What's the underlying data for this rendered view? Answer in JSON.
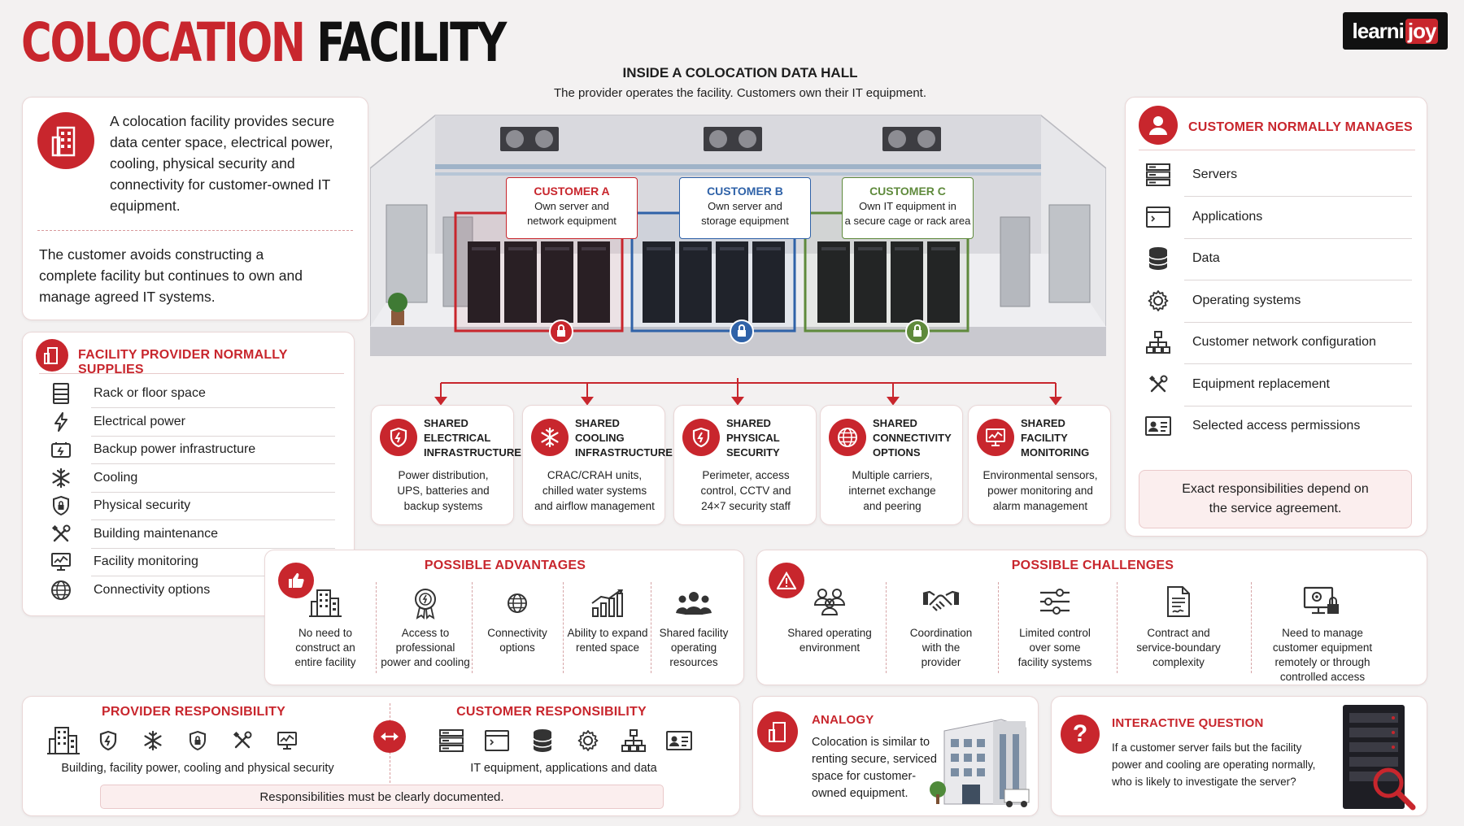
{
  "title": {
    "part1": "COLOCATION",
    "part2": "FACILITY"
  },
  "logo": {
    "part1": "learni",
    "part2": "joy"
  },
  "hall": {
    "heading": "INSIDE A COLOCATION DATA HALL",
    "subheading": "The provider operates the facility. Customers own their IT equipment.",
    "customers": [
      {
        "name": "CUSTOMER A",
        "line1": "Own server and",
        "line2": "network equipment",
        "color": "#c8262d"
      },
      {
        "name": "CUSTOMER B",
        "line1": "Own server and",
        "line2": "storage equipment",
        "color": "#2f62a8"
      },
      {
        "name": "CUSTOMER C",
        "line1": "Own IT equipment in",
        "line2": "a secure cage or rack area",
        "color": "#5f8a3c"
      }
    ]
  },
  "intro": {
    "text": "A colocation facility provides secure data center space, electrical power, cooling, physical security and connectivity for customer-owned IT equipment.",
    "note": "The customer avoids constructing a complete facility but continues to own and manage agreed IT systems."
  },
  "provider_supplies": {
    "title": "FACILITY PROVIDER NORMALLY SUPPLIES",
    "items": [
      {
        "label": "Rack or floor space",
        "icon": "rack-icon"
      },
      {
        "label": "Electrical power",
        "icon": "lightning-icon"
      },
      {
        "label": "Backup power infrastructure",
        "icon": "battery-icon"
      },
      {
        "label": "Cooling",
        "icon": "snowflake-icon"
      },
      {
        "label": "Physical security",
        "icon": "shield-lock-icon"
      },
      {
        "label": "Building maintenance",
        "icon": "tools-icon"
      },
      {
        "label": "Facility monitoring",
        "icon": "monitor-icon"
      },
      {
        "label": "Connectivity options",
        "icon": "globe-icon"
      }
    ]
  },
  "customer_manages": {
    "title": "CUSTOMER NORMALLY MANAGES",
    "items": [
      {
        "label": "Servers",
        "icon": "server-icon"
      },
      {
        "label": "Applications",
        "icon": "app-window-icon"
      },
      {
        "label": "Data",
        "icon": "database-icon"
      },
      {
        "label": "Operating systems",
        "icon": "gear-icon"
      },
      {
        "label": "Customer network configuration",
        "icon": "network-icon"
      },
      {
        "label": "Equipment replacement",
        "icon": "tools-icon"
      },
      {
        "label": "Selected access permissions",
        "icon": "id-card-icon"
      }
    ],
    "note": "Exact responsibilities depend on the service agreement."
  },
  "shared": [
    {
      "t1": "SHARED",
      "t2": "ELECTRICAL",
      "t3": "INFRASTRUCTURE",
      "d1": "Power distribution,",
      "d2": "UPS, batteries and",
      "d3": "backup systems",
      "icon": "power-plug-icon"
    },
    {
      "t1": "SHARED",
      "t2": "COOLING",
      "t3": "INFRASTRUCTURE",
      "d1": "CRAC/CRAH units,",
      "d2": "chilled water systems",
      "d3": "and airflow management",
      "icon": "snowflake-icon"
    },
    {
      "t1": "SHARED",
      "t2": "PHYSICAL",
      "t3": "SECURITY",
      "d1": "Perimeter, access",
      "d2": "control, CCTV and",
      "d3": "24×7 security staff",
      "icon": "shield-icon"
    },
    {
      "t1": "SHARED",
      "t2": "CONNECTIVITY",
      "t3": "OPTIONS",
      "d1": "Multiple carriers,",
      "d2": "internet exchange",
      "d3": "and peering",
      "icon": "globe-icon"
    },
    {
      "t1": "SHARED",
      "t2": "FACILITY",
      "t3": "MONITORING",
      "d1": "Environmental sensors,",
      "d2": "power monitoring and",
      "d3": "alarm management",
      "icon": "monitor-icon"
    }
  ],
  "advantages": {
    "title": "POSSIBLE ADVANTAGES",
    "items": [
      {
        "l1": "No need to",
        "l2": "construct an",
        "l3": "entire facility",
        "icon": "building-icon"
      },
      {
        "l1": "Access to",
        "l2": "professional",
        "l3": "power and cooling",
        "icon": "award-icon"
      },
      {
        "l1": "Connectivity",
        "l2": "options",
        "l3": "",
        "icon": "globe-icon"
      },
      {
        "l1": "Ability to expand",
        "l2": "rented space",
        "l3": "",
        "icon": "growth-chart-icon"
      },
      {
        "l1": "Shared facility",
        "l2": "operating",
        "l3": "resources",
        "icon": "people-icon"
      }
    ]
  },
  "challenges": {
    "title": "POSSIBLE CHALLENGES",
    "items": [
      {
        "l1": "Shared operating",
        "l2": "environment",
        "l3": "",
        "l4": "",
        "icon": "users-network-icon"
      },
      {
        "l1": "Coordination",
        "l2": "with the",
        "l3": "provider",
        "l4": "",
        "icon": "handshake-icon"
      },
      {
        "l1": "Limited control",
        "l2": "over some",
        "l3": "facility systems",
        "l4": "",
        "icon": "sliders-icon"
      },
      {
        "l1": "Contract and",
        "l2": "service-boundary",
        "l3": "complexity",
        "l4": "",
        "icon": "contract-icon"
      },
      {
        "l1": "Need to manage",
        "l2": "customer equipment",
        "l3": "remotely or through",
        "l4": "controlled access",
        "icon": "remote-lock-icon"
      }
    ]
  },
  "responsibility": {
    "provider_title": "PROVIDER RESPONSIBILITY",
    "provider_text": "Building, facility power, cooling and physical security",
    "customer_title": "CUSTOMER RESPONSIBILITY",
    "customer_text": "IT equipment, applications and data",
    "footer": "Responsibilities must be clearly documented."
  },
  "analogy": {
    "title": "ANALOGY",
    "l1": "Colocation is similar to",
    "l2": "renting secure, serviced",
    "l3": "space for customer-",
    "l4": "owned equipment."
  },
  "question": {
    "title": "INTERACTIVE QUESTION",
    "l1": "If a customer server fails but the facility",
    "l2": "power and cooling are operating normally,",
    "l3": "who is likely to investigate the server?"
  },
  "colors": {
    "accent": "#c8262d",
    "blue": "#2f62a8",
    "green": "#5f8a3c",
    "text": "#1e1e1e"
  }
}
